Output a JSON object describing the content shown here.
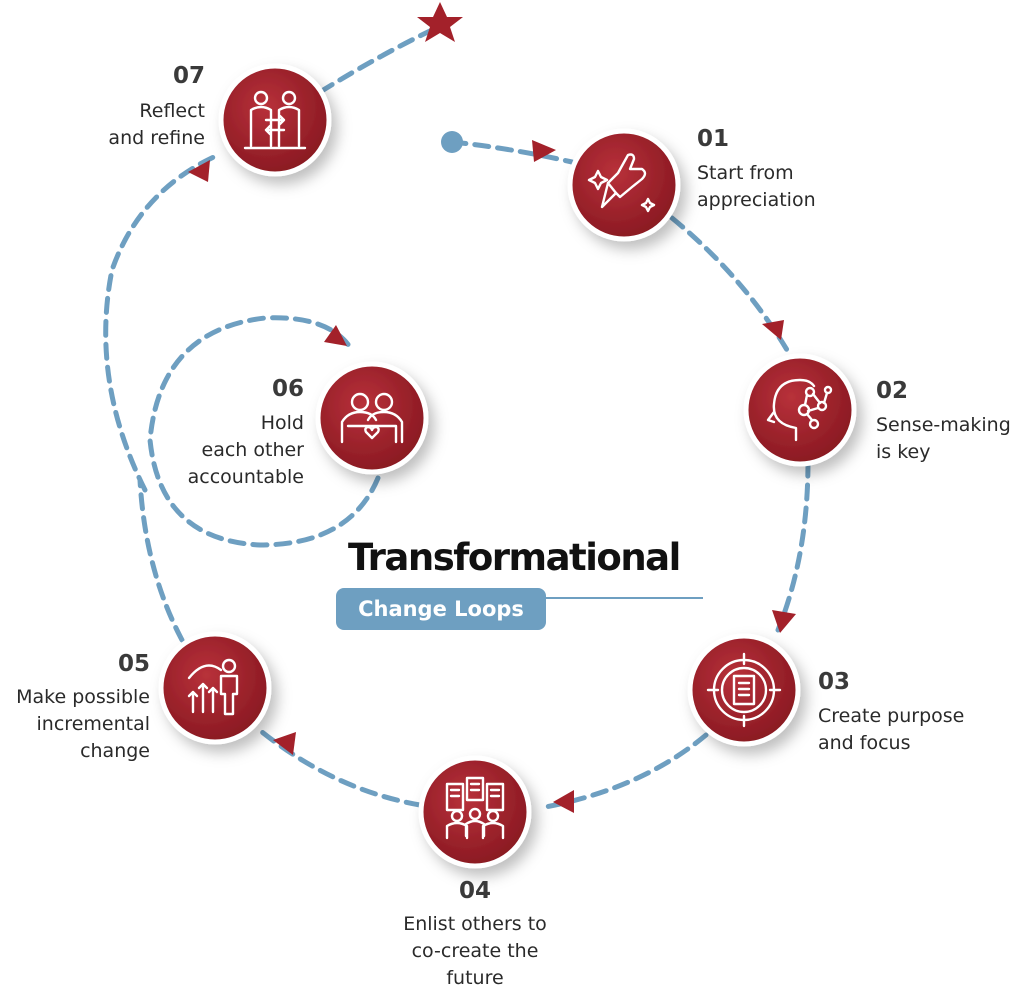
{
  "title": "Transformational",
  "subtitle": "Change Loops",
  "colors": {
    "accent": "#a3212a",
    "accent_dark": "#7c1219",
    "path": "#6e9fc1",
    "text": "#2a2a2a"
  },
  "steps": [
    {
      "number": "01",
      "label": "Start from\nappreciation",
      "icon": "thumbs-up-icon"
    },
    {
      "number": "02",
      "label": "Sense-making\nis key",
      "icon": "head-network-icon"
    },
    {
      "number": "03",
      "label": "Create purpose\nand focus",
      "icon": "target-document-icon"
    },
    {
      "number": "04",
      "label": "Enlist others to\nco-create the\nfuture",
      "icon": "people-city-icon"
    },
    {
      "number": "05",
      "label": "Make possible\nincremental\nchange",
      "icon": "person-arrows-icon"
    },
    {
      "number": "06",
      "label": "Hold\neach other\naccountable",
      "icon": "hugging-people-icon"
    },
    {
      "number": "07",
      "label": "Reflect\nand refine",
      "icon": "people-exchange-icon"
    }
  ]
}
